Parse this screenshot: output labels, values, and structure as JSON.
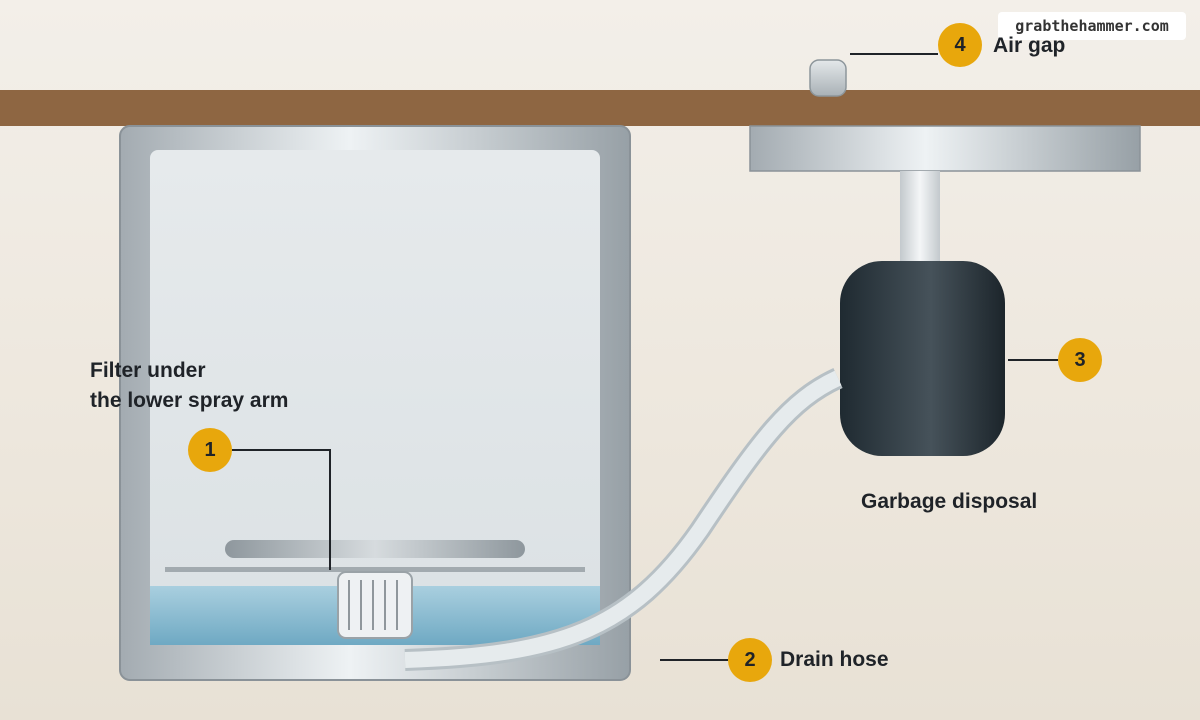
{
  "watermark": "grabthehammer.com",
  "callouts": [
    {
      "number": "1",
      "label_lines": [
        "Filter under",
        "the lower spray arm"
      ]
    },
    {
      "number": "2",
      "label": "Drain hose"
    },
    {
      "number": "3",
      "label": "Garbage disposal"
    },
    {
      "number": "4",
      "label": "Air gap"
    }
  ],
  "colors": {
    "marker": "#e8a70c",
    "countertop": "#8e6642",
    "water": "#7fb4cc",
    "disposal": "#2e3a42"
  }
}
